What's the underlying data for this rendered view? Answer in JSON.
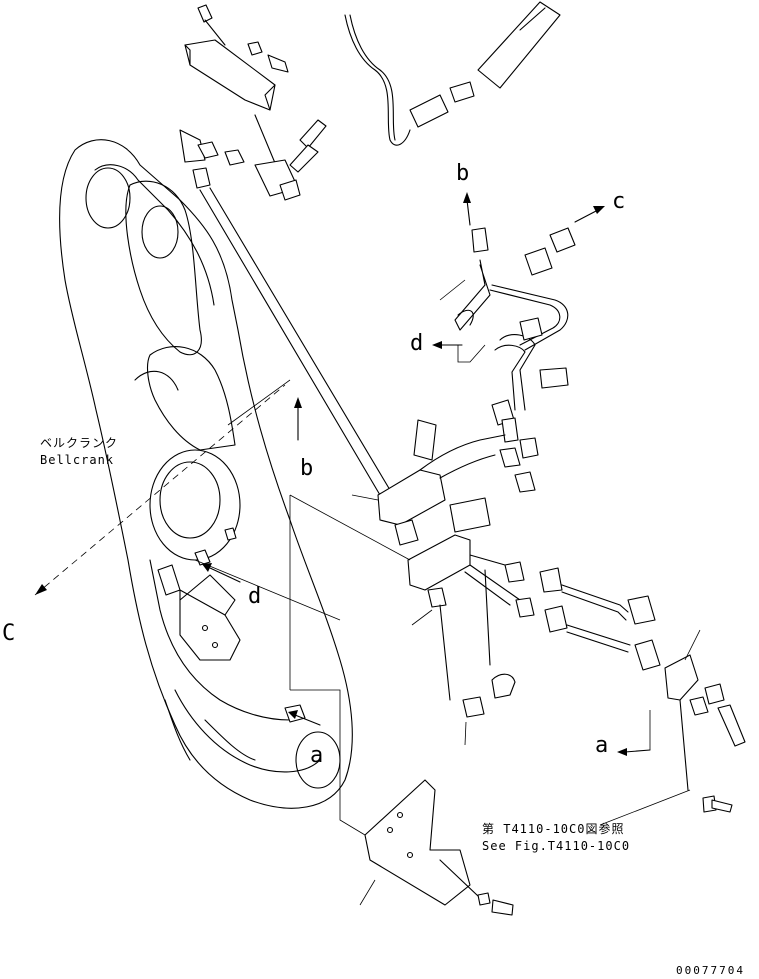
{
  "labels": {
    "b_top": "b",
    "c_top": "c",
    "d_mid": "d",
    "b_mid": "b",
    "d_low": "d",
    "a_low": "a",
    "a_right": "a",
    "c_left": "C"
  },
  "bellcrank": {
    "jp": "ベルクランク",
    "en": "Bellcrank"
  },
  "reference": {
    "jp": "第 T4110-10C0図参照",
    "en": "See Fig.T4110-10C0"
  },
  "drawing_number": "00077704"
}
